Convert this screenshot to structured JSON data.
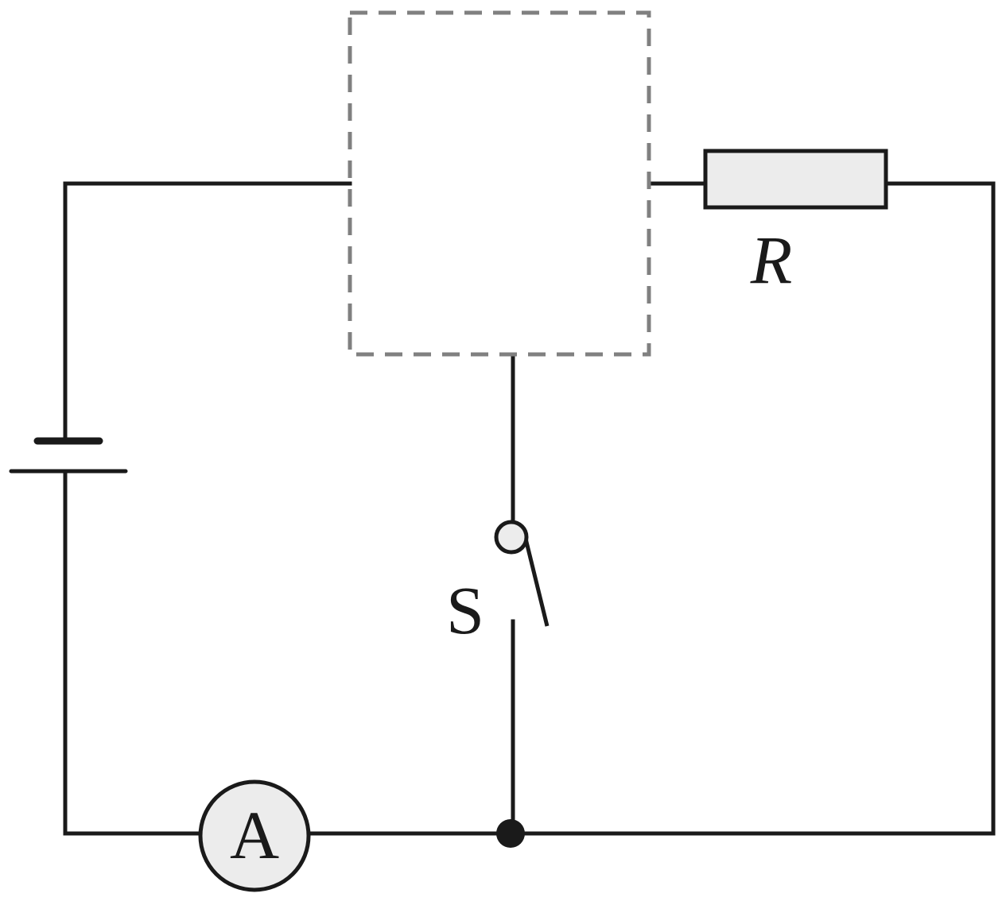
{
  "diagram": {
    "type": "circuit",
    "colors": {
      "wire": "#1a1a1a",
      "dashed_box": "#808080",
      "component_fill": "#ececec"
    },
    "components": {
      "resistor": {
        "label": "R"
      },
      "switch": {
        "label": "S",
        "state": "open"
      },
      "ammeter": {
        "label": "A"
      },
      "battery": {
        "label": ""
      },
      "unknown_box": {
        "style": "dashed"
      }
    }
  }
}
